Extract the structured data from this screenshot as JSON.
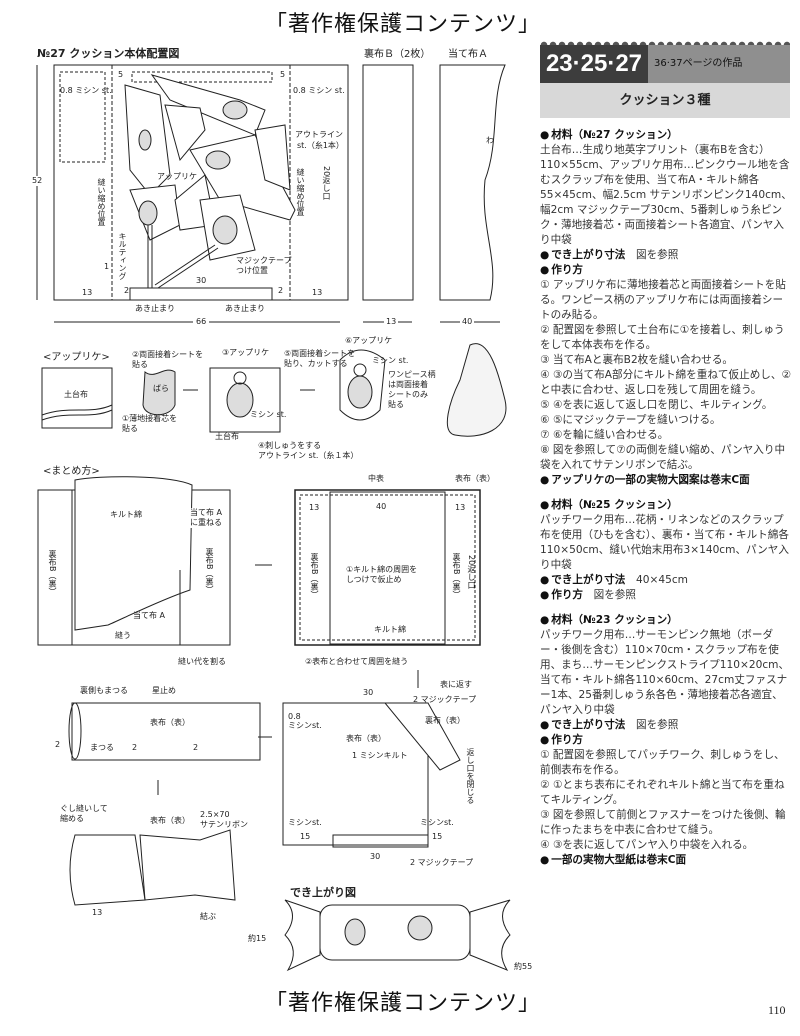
{
  "watermark": "「著作権保護コンテンツ」",
  "page_number": "110",
  "header": {
    "numbers": "23·25·27",
    "pages": "36·37ページの作品",
    "title": "クッション３種"
  },
  "text": {
    "m27_heading": "材料（№27 クッション）",
    "m27_body": "土台布…生成り地英字プリント（裏布Bを含む）110×55cm、アップリケ用布…ピンクウール地を含むスクラップ布を使用、当て布A・キルト綿各55×45cm、幅2.5cm サテンリボンピンク140cm、幅2cm マジックテープ30cm、5番刺しゅう糸ピンク・薄地接着芯・両面接着シート各適宜、パンヤ入り中袋",
    "m27_size_label": "でき上がり寸法",
    "m27_size": "図を参照",
    "m27_howto": "作り方",
    "m27_steps": [
      "① アップリケ布に薄地接着芯と両面接着シートを貼る。ワンピース柄のアップリケ布には両面接着シートのみ貼る。",
      "② 配置図を参照して土台布に①を接着し、刺しゅうをして本体表布を作る。",
      "③ 当て布Aと裏布B2枚を縫い合わせる。",
      "④ ③の当て布A部分にキルト綿を重ねて仮止めし、②と中表に合わせ、返し口を残して周囲を縫う。",
      "⑤ ④を表に返して返し口を閉じ、キルティング。",
      "⑥ ⑤にマジックテープを縫いつける。",
      "⑦ ⑥を輪に縫い合わせる。",
      "⑧ 図を参照して⑦の両側を縫い縮め、パンヤ入り中袋を入れてサテンリボンで結ぶ。"
    ],
    "m27_note": "アップリケの一部の実物大図案は巻末C面",
    "m25_heading": "材料（№25 クッション）",
    "m25_body": "パッチワーク用布…花柄・リネンなどのスクラップ布を使用（ひもを含む）、裏布・当て布・キルト綿各110×50cm、縫い代始末用布3×140cm、パンヤ入り中袋",
    "m25_size_label": "でき上がり寸法",
    "m25_size": "40×45cm",
    "m25_howto_label": "作り方",
    "m25_howto": "図を参照",
    "m23_heading": "材料（№23 クッション）",
    "m23_body": "パッチワーク用布…サーモンピンク無地（ボーダー・後側を含む）110×70cm・スクラップ布を使用、まち…サーモンピンクストライプ110×20cm、当て布・キルト綿各110×60cm、27cm丈ファスナー1本、25番刺しゅう糸各色・薄地接着芯各適宜、パンヤ入り中袋",
    "m23_size_label": "でき上がり寸法",
    "m23_size": "図を参照",
    "m23_howto": "作り方",
    "m23_steps": [
      "① 配置図を参照してパッチワーク、刺しゅうをし、前側表布を作る。",
      "② ①とまち表布にそれぞれキルト綿と当て布を重ねてキルティング。",
      "③ 図を参照して前側とファスナーをつけた後側、輪に作ったまちを中表に合わせて縫う。",
      "④ ③を表に返してパンヤ入り中袋を入れる。"
    ],
    "m23_note": "一部の実物大型紙は巻末C面"
  },
  "layout_diagram": {
    "title": "№27 クッション本体配置図",
    "d52": "52",
    "d66": "66",
    "d13a": "13",
    "d13b": "13",
    "d5a": "5",
    "d5b": "5",
    "d30": "30",
    "d2a": "2",
    "d2b": "2",
    "mishin_a": "0.8 ミシン st.",
    "mishin_b": "0.8 ミシン st.",
    "aki_a": "あき止まり",
    "aki_b": "あき止まり",
    "applique": "アップリケ",
    "outline": "アウトライン",
    "outline2": "st.（糸1本）",
    "kaeshi": "20返し口",
    "nuichijime_a": "縫い縮め位置",
    "nuichijime_b": "縫い縮め位置",
    "quilting": "キルティング",
    "q1": "1",
    "magic": "マジックテープ",
    "magic2": "つけ位置",
    "urafu_b": "裏布Ｂ（2枚）",
    "atefu_a": "当て布Ａ",
    "wa": "わ",
    "d13c": "13",
    "d40": "40"
  },
  "applique_diagram": {
    "title": "<アップリケ>",
    "dodai": "土台布",
    "step2": "②両面接着シートを",
    "step2b": "貼る",
    "bara": "ばら",
    "step1": "①薄地接着芯を",
    "step1b": "貼る",
    "step3": "③アップリケ",
    "step5": "⑤両面接着シートを",
    "step5b": "貼り、カットする",
    "mishin": "ミシン st.",
    "dodai2": "土台布",
    "step4": "④刺しゅうをする",
    "step4b": "アウトライン st.（糸１本）",
    "step6": "⑥アップリケ",
    "mishin2": "ミシン st.",
    "onepiece": [
      "ワンピース柄",
      "は両面接着",
      "シートのみ",
      "貼る"
    ]
  },
  "assembly_diagram": {
    "title": "<まとめ方>",
    "quilt": "キルト綿",
    "atefu_kasaneru": "当て布 A",
    "atefu_kasaneru2": "に重ねる",
    "urafu_a": "裏布B（裏）",
    "urafu_b": "裏布B（裏）",
    "atefu": "当て布 A",
    "nuu": "縫う",
    "nuishiro": "縫い代を割る",
    "nakaomote": "中表",
    "omotefu": "表布（表）",
    "d13a": "13",
    "d40": "40",
    "d13b": "13",
    "urafu_c": "裏布B（裏）",
    "urafu_d": "裏布B（裏）",
    "step1": "①キルト綿の周囲を",
    "step1b": "しつけで仮止め",
    "kaeshi": "20返し口",
    "quilt2": "キルト綿",
    "step2": "②表布と合わせて周囲を縫う",
    "omote_kaesu": "表に返す",
    "d30a": "30",
    "magic_a": "2 マジックテープ",
    "mishin08": "0.8",
    "mishin08b": "ミシンst.",
    "omotefu2": "表布（表）",
    "urafu_omote": "裏布（表）",
    "mishin_quilt": "1 ミシンキルト",
    "kaeshi_close": "返し口を閉じる",
    "mishin_l": "ミシンst.",
    "mishin_r": "ミシンst.",
    "d15a": "15",
    "d15b": "15",
    "d30b": "30",
    "magic_b": "2 マジックテープ",
    "uragawa": "裏側もまつる",
    "hoshidome": "星止め",
    "omotefu3": "表布（表）",
    "d2a": "2",
    "matsuru": "まつる",
    "d2b": "2",
    "d2c": "2",
    "gushi": "ぐし縫いして",
    "gushi2": "縮める",
    "omotefu4": "表布（表）",
    "ribbon": "2.5×70",
    "ribbon2": "サテンリボン",
    "d13c": "13",
    "musubu": "結ぶ",
    "finished": "でき上がり図",
    "yaku15": "約15",
    "yaku55": "約55"
  }
}
